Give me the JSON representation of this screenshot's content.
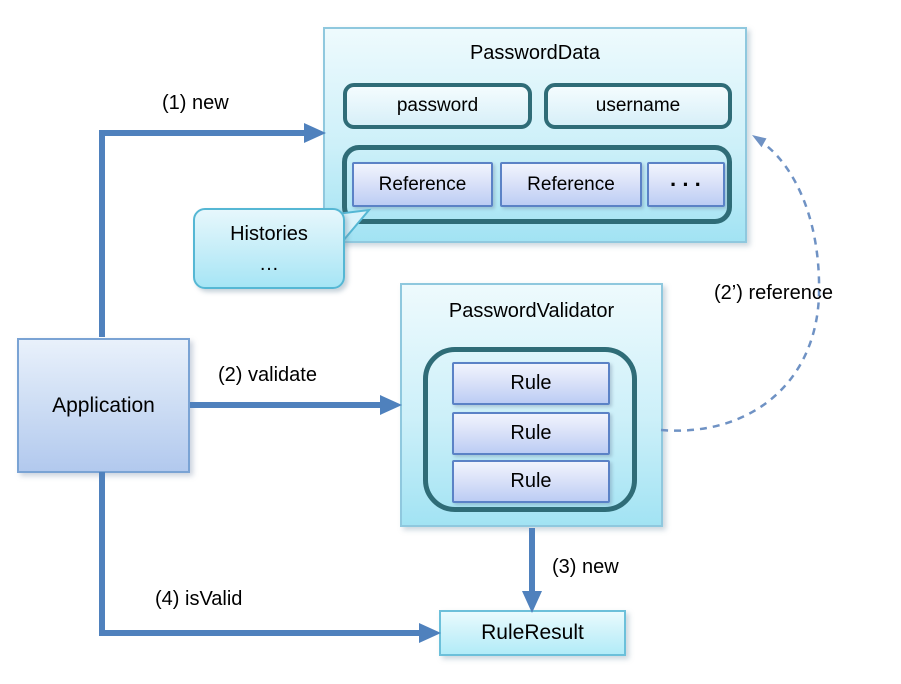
{
  "colors": {
    "arrow": "#4f81bd",
    "dashed": "#6f92c4",
    "teal": "#2f6c77",
    "cyan": "#55b7d4",
    "boxborder": "#8fc8de",
    "chipborder": "#5b82c6",
    "appborder": "#7aa3d4"
  },
  "nodes": {
    "password_data": {
      "title": "PasswordData",
      "fields": [
        "password",
        "username"
      ],
      "references": [
        "Reference",
        "Reference",
        "···"
      ]
    },
    "histories": {
      "title": "Histories",
      "ellipsis": "…"
    },
    "password_validator": {
      "title": "PasswordValidator",
      "rules": [
        "Rule",
        "Rule",
        "Rule"
      ]
    },
    "application": {
      "label": "Application"
    },
    "rule_result": {
      "label": "RuleResult"
    }
  },
  "arrows": {
    "new1": "(1) new",
    "validate": "(2) validate",
    "reference": "(2’) reference",
    "new3": "(3) new",
    "isvalid": "(4) isValid"
  }
}
